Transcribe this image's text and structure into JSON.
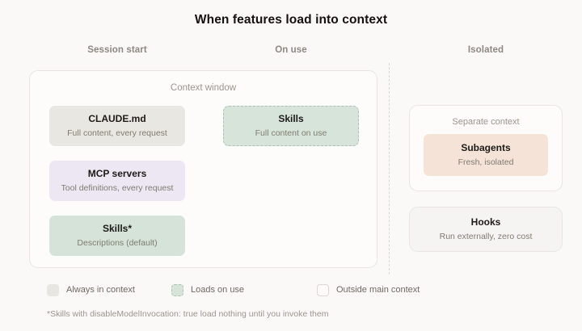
{
  "title": "When features load into context",
  "columns": [
    {
      "key": "session-start",
      "label": "Session start"
    },
    {
      "key": "on-use",
      "label": "On use"
    },
    {
      "key": "isolated",
      "label": "Isolated"
    }
  ],
  "context_window": {
    "label": "Context window",
    "cards": [
      {
        "key": "claude-md",
        "title": "CLAUDE.md",
        "subtitle": "Full content, every request",
        "fill": "#e8e7e1",
        "category": "always-in-context"
      },
      {
        "key": "mcp-servers",
        "title": "MCP servers",
        "subtitle": "Tool definitions, every request",
        "fill": "#ece7f2",
        "category": "always-in-context"
      },
      {
        "key": "skills-default",
        "title": "Skills*",
        "subtitle": "Descriptions (default)",
        "fill": "#d5e3d8",
        "category": "always-in-context"
      },
      {
        "key": "skills-on-use",
        "title": "Skills",
        "subtitle": "Full content on use",
        "fill": "#d7e4da",
        "category": "loads-on-use"
      }
    ]
  },
  "isolated": {
    "separate_context_label": "Separate context",
    "cards": [
      {
        "key": "subagents",
        "title": "Subagents",
        "subtitle": "Fresh, isolated",
        "fill": "#f4e3d6",
        "category": "outside-main-context"
      },
      {
        "key": "hooks",
        "title": "Hooks",
        "subtitle": "Run externally, zero cost",
        "fill": "#f6f4f2",
        "category": "outside-main-context"
      }
    ]
  },
  "legend": [
    {
      "key": "always-in-context",
      "label": "Always in context",
      "swatch": "solid-gray"
    },
    {
      "key": "loads-on-use",
      "label": "Loads on use",
      "swatch": "dashed-green"
    },
    {
      "key": "outside-main-context",
      "label": "Outside main context",
      "swatch": "outlined-white"
    }
  ],
  "footnote": "*Skills with disableModelInvocation: true load nothing until you invoke them",
  "colors": {
    "background": "#faf9f7",
    "panel": "#fdfcfb",
    "border": "#e9e6e1",
    "title_text": "#14110f",
    "muted_text": "#8d8880",
    "always_fill": "#e8e7e1",
    "mcp_fill": "#ece7f2",
    "green_fill": "#d5e3d8",
    "green_dashed_border": "#a9c3b0",
    "peach_fill": "#f4e3d6"
  }
}
